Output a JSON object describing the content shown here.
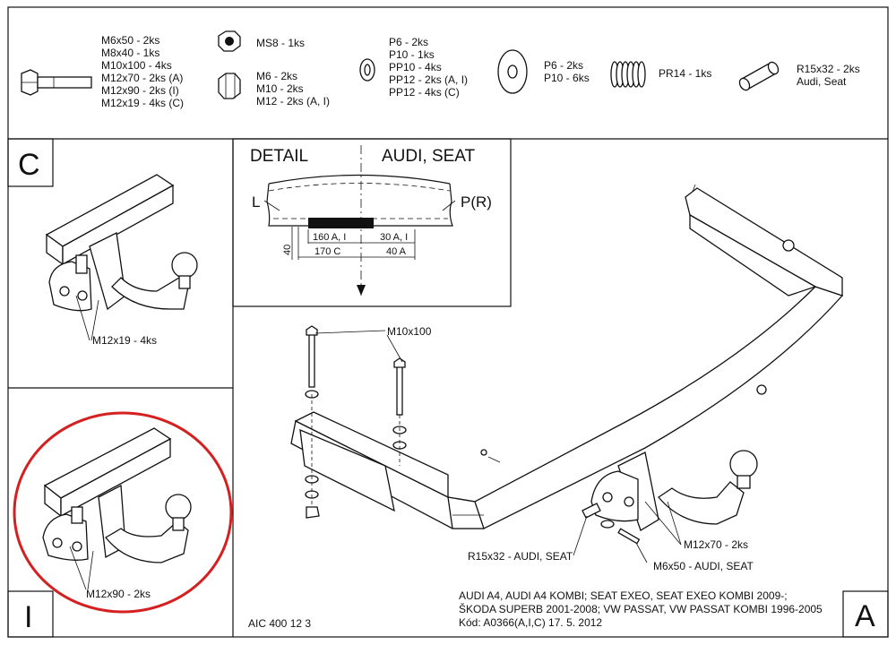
{
  "parts": {
    "bolts": {
      "lines": [
        "M6x50 - 2ks",
        "M8x40 - 1ks",
        "M10x100 - 4ks",
        "M12x70 - 2ks (A)",
        "M12x90 - 2ks (I)",
        "M12x19 - 4ks (C)"
      ]
    },
    "nut_ms8": {
      "lines": [
        "MS8 - 1ks"
      ]
    },
    "nuts": {
      "lines": [
        "M6 - 2ks",
        "M10 - 2ks",
        "M12 - 2ks (A, I)"
      ]
    },
    "spring_washers": {
      "lines": [
        "P6 - 2ks",
        "P10 - 1ks",
        "PP10 - 4ks",
        "PP12 - 2ks (A, I)",
        "PP12 - 4ks (C)"
      ]
    },
    "flat_washers": {
      "lines": [
        "P6 - 2ks",
        "P10 - 6ks"
      ]
    },
    "spring": {
      "lines": [
        "PR14 - 1ks"
      ]
    },
    "spacer": {
      "lines": [
        "R15x32 - 2ks",
        "Audi, Seat"
      ]
    }
  },
  "panel_c": {
    "letter": "C",
    "callout": "M12x19 - 4ks"
  },
  "panel_i": {
    "letter": "I",
    "callout": "M12x90 - 2ks"
  },
  "detail": {
    "title_left": "DETAIL",
    "title_right": "AUDI, SEAT",
    "label_l": "L",
    "label_pr": "P(R)",
    "dim_160": "160 A, I",
    "dim_30": "30 A, I",
    "dim_170": "170 C",
    "dim_40a": "40 A",
    "dim_40v": "40"
  },
  "main": {
    "letter": "A",
    "callout_m10": "M10x100",
    "callout_r15": "R15x32 - AUDI, SEAT",
    "callout_m12": "M12x70 - 2ks",
    "callout_m6": "M6x50 - AUDI, SEAT"
  },
  "footer": {
    "code": "AIC 400 12 3",
    "lines": [
      "AUDI A4, AUDI A4 KOMBI; SEAT EXEO, SEAT EXEO KOMBI 2009-;",
      "ŠKODA SUPERB 2001-2008; VW PASSAT, VW PASSAT KOMBI 1996-2005",
      "Kód: A0366(A,I,C)  17. 5. 2012"
    ]
  },
  "colors": {
    "highlight_circle": "#d42020",
    "ink": "#111111",
    "fill_dark": "#111111"
  }
}
